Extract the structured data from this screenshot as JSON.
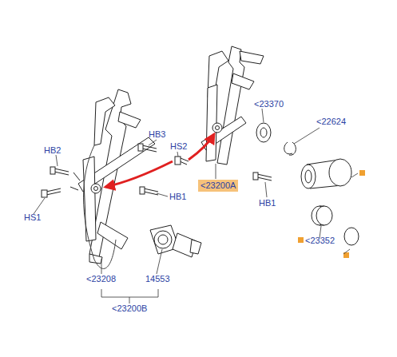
{
  "diagram": {
    "nodes": [
      {
        "text": [
          "<23200A"
        ]
      }
    ],
    "labels": [
      "HB3",
      "HB2",
      "HS2",
      "HS1",
      "HB1",
      "HB1",
      "<23370",
      "<22624",
      "<23352",
      "<23208",
      "14553",
      "<23200B"
    ]
  }
}
